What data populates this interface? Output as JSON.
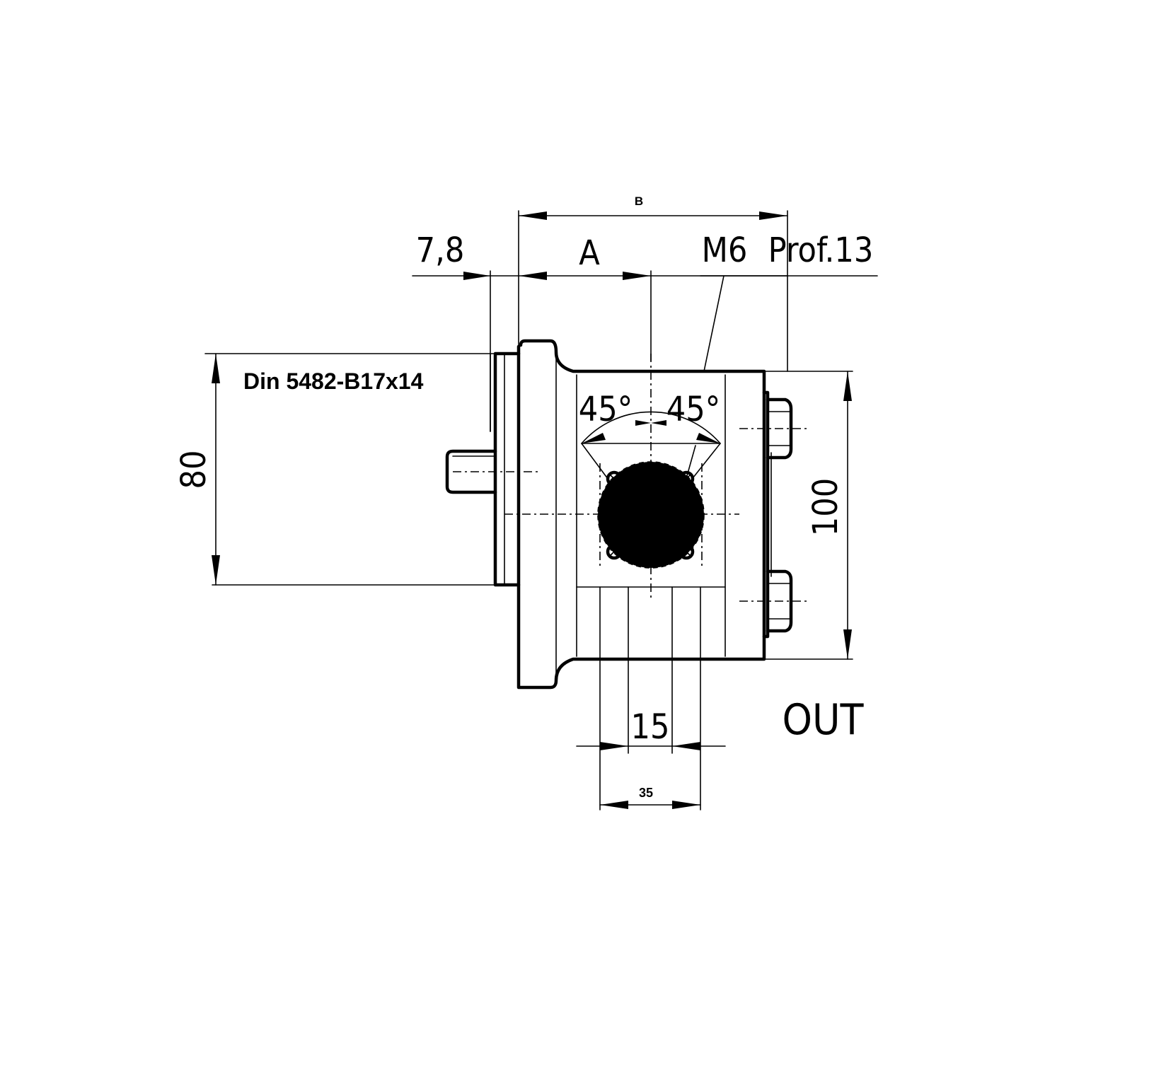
{
  "dimensions": {
    "b": "B",
    "a": "A",
    "flange_offset": "7,8",
    "thread": "M6",
    "thread_depth": "Prof.13",
    "shaft_spec": "Din 5482-B17x14",
    "height_80": "80",
    "height_100": "100",
    "angle_left": "45°",
    "angle_right": "45°",
    "width_15": "15",
    "width_35": "35",
    "port": "OUT"
  }
}
